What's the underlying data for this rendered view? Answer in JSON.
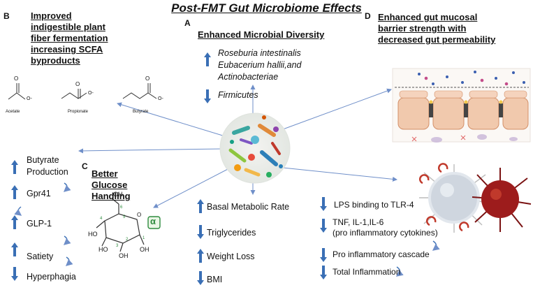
{
  "title": "Post-FMT Gut Microbiome Effects",
  "colors": {
    "arrow": "#3a6fb5",
    "line": "#6f8fc9",
    "cell": "#f1c9ad",
    "cell_border": "#d38f68"
  },
  "panel_a": {
    "letter": "A",
    "heading": "Enhanced Microbial Diversity",
    "up_lines": [
      "Roseburia intestinalis",
      "Eubacerium hallii,and",
      "Actinobacteriae"
    ],
    "down": "Firmicutes"
  },
  "panel_b": {
    "letter": "B",
    "heading_lines": [
      "Improved",
      "indigestible plant",
      "fiber fermentation",
      "increasing SCFA",
      "byproducts"
    ],
    "acids": [
      "Acetate",
      "Propionate",
      "Butyrate"
    ],
    "charge": "O-"
  },
  "panel_c": {
    "letter": "C",
    "heading_lines": [
      "Better",
      "Glucose",
      "Handling"
    ],
    "items": [
      "Butyrate",
      "Production",
      "Gpr41",
      "GLP-1",
      "Satiety",
      "Hyperphagia"
    ],
    "alpha": "α",
    "ring_labels": [
      "OH",
      "OH",
      "HO",
      "HO",
      "OH",
      "OH",
      "O",
      "6",
      "5",
      "4",
      "3",
      "2",
      "1"
    ]
  },
  "panel_d": {
    "letter": "D",
    "heading_lines": [
      "Enhanced gut mucosal",
      "barrier strength with",
      "decreased gut permeability"
    ]
  },
  "metabolic": {
    "items": [
      "Basal Metabolic Rate",
      "Triglycerides",
      "Weight Loss",
      "BMI"
    ]
  },
  "inflammation": {
    "items": [
      "LPS binding to TLR-4",
      "TNF, IL-1,IL-6",
      "(pro inflammatory cytokines)",
      "Pro inflammatory cascade",
      "Total Inflammation"
    ]
  }
}
